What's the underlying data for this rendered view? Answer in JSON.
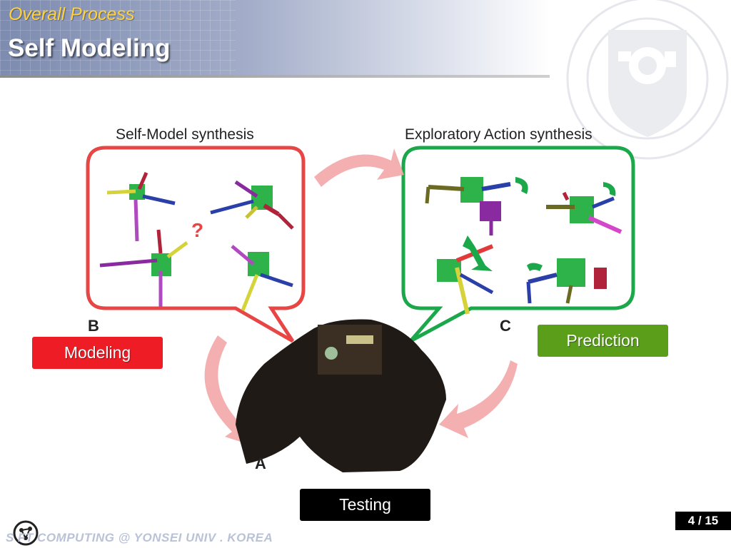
{
  "header": {
    "section_title": "Overall Process",
    "slide_title": "Self Modeling"
  },
  "diagram": {
    "panel_b": {
      "title": "Self-Model synthesis",
      "letter": "B",
      "question_mark": "?"
    },
    "panel_c": {
      "title": "Exploratory Action synthesis",
      "letter": "C"
    },
    "robot": {
      "letter": "A"
    },
    "labels": {
      "modeling": "Modeling",
      "prediction": "Prediction",
      "testing": "Testing"
    }
  },
  "footer": {
    "text": "S   FT COMPUTING @ YONSEI UNIV . KOREA",
    "page": "4 / 15"
  },
  "colors": {
    "modeling": "#ee1c25",
    "prediction": "#5a9e1a",
    "testing": "#000000",
    "section_title": "#ffd23c",
    "bubble_red": "#e84545",
    "bubble_green": "#1aa84a"
  },
  "icons": [
    "university-seal-icon",
    "circuit-logo-icon",
    "red-cycle-arrow-icon"
  ]
}
